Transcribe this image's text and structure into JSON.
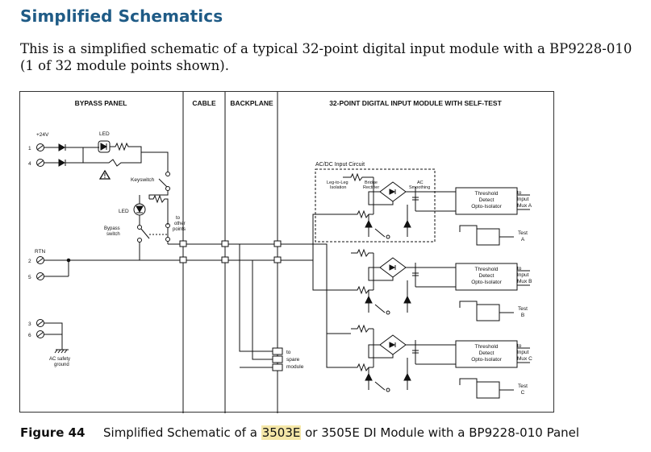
{
  "heading": "Simplified Schematics",
  "intro": "This is a simplified schematic of a typical 32-point digital input module with a BP9228-010 (1 of 32 module points shown).",
  "schematic": {
    "sections": {
      "bypass_panel": "BYPASS PANEL",
      "cable": "CABLE",
      "backplane": "BACKPLANE",
      "module": "32-POINT DIGITAL INPUT MODULE WITH SELF-TEST"
    },
    "labels": {
      "plus24v": "+24V",
      "term1": "1",
      "term4": "4",
      "term2": "2",
      "term5": "5",
      "term3": "3",
      "term6": "6",
      "led_top": "LED",
      "keyswitch": "Keyswitch",
      "led_mid": "LED",
      "to_other_points": [
        "to",
        "other",
        "points"
      ],
      "bypass_switch": [
        "Bypass",
        "switch"
      ],
      "rtn": "RTN",
      "ac_safety_ground": [
        "AC safety",
        "ground"
      ],
      "to_spare_module": [
        "to",
        "spare",
        "module"
      ],
      "acdc_input_circuit": "AC/DC Input Circuit",
      "leg_to_leg_isolation": [
        "Leg-to-Leg",
        "Isolation"
      ],
      "bridge_rectifier": [
        "Bridge",
        "Rectifier"
      ],
      "ac_smoothing": [
        "AC",
        "Smoothing"
      ]
    },
    "channels": [
      {
        "block": [
          "Threshold",
          "Detect",
          "Opto-Isolator"
        ],
        "out": [
          "to",
          "Input",
          "Mux A"
        ],
        "test": [
          "Test",
          "A"
        ]
      },
      {
        "block": [
          "Threshold",
          "Detect",
          "Opto-Isolator"
        ],
        "out": [
          "to",
          "Input",
          "Mux B"
        ],
        "test": [
          "Test",
          "B"
        ]
      },
      {
        "block": [
          "Threshold",
          "Detect",
          "Opto-Isolator"
        ],
        "out": [
          "to",
          "Input",
          "Mux C"
        ],
        "test": [
          "Test",
          "C"
        ]
      }
    ]
  },
  "caption": {
    "label": "Figure 44",
    "before": "Simplified Schematic of a ",
    "highlight": "3503E",
    "after": " or 3505E DI Module with a BP9228-010 Panel"
  },
  "colors": {
    "heading": "#1f5b86",
    "highlight": "#f5e7a8"
  }
}
